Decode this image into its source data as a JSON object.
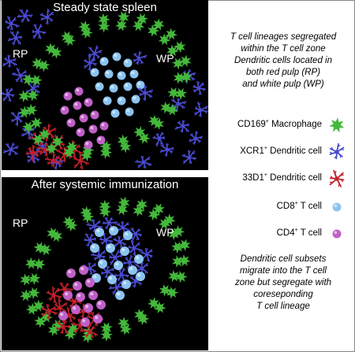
{
  "top_panel": {
    "title": "Steady state spleen",
    "red_pulp_label": "RP",
    "white_pulp_label": "WP"
  },
  "bottom_panel": {
    "title": "After systemic immunization",
    "red_pulp_label": "RP",
    "white_pulp_label": "WP"
  },
  "caption_top": [
    "T cell lineages segregated",
    "within the T cell zone",
    "Dendritic cells located in",
    "both red pulp (RP)",
    "and white pulp (WP)"
  ],
  "caption_bottom": [
    "Dendritic cell subsets",
    "migrate into the T cell",
    "zone but segregate with",
    "coreseponding",
    "T cell lineage"
  ],
  "legend": [
    {
      "name": "CD169",
      "sup": "+",
      "suffix": " Macrophage",
      "icon": "macrophage-icon",
      "color": "#44b83b"
    },
    {
      "name": "XCR1",
      "sup": "+",
      "suffix": " Dendritic cell",
      "icon": "xcr1-dendritic-cell-icon",
      "color": "#4a4ad0"
    },
    {
      "name": "33D1",
      "sup": "+",
      "suffix": " Dendritic cell",
      "icon": "33d1-dendritic-cell-icon",
      "color": "#c0202a"
    },
    {
      "name": "CD8",
      "sup": "+",
      "suffix": " T cell",
      "icon": "cd8-t-cell-icon",
      "color": "#8cc4f0"
    },
    {
      "name": "CD4",
      "sup": "+",
      "suffix": " T cell",
      "icon": "cd4-t-cell-icon",
      "color": "#c060c8"
    }
  ],
  "colors": {
    "macrophage": "#44b83b",
    "xcr1": "#4a4ad0",
    "d33": "#c0202a",
    "cd8": "#8cc4f0",
    "cd4": "#c060c8",
    "background": "#000000"
  }
}
